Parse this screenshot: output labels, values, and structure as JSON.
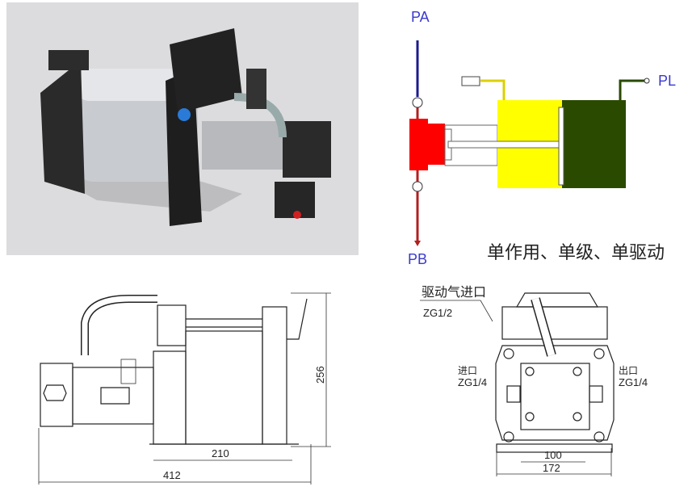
{
  "schematic": {
    "port_a": "PA",
    "port_b": "PB",
    "port_l": "PL",
    "caption": "单作用、单级、单驱动",
    "colors": {
      "inlet_line": "#1a1a8c",
      "outlet_line": "#b02020",
      "pump_head": "#ff0000",
      "drive_chamber": "#ffff00",
      "drive_chamber_dark": "#2a4a00"
    }
  },
  "side_view": {
    "dim_height": "256",
    "dim_base": "210",
    "dim_total": "412"
  },
  "front_view": {
    "drive_air_inlet_label": "驱动气进口",
    "drive_air_inlet_thread": "ZG1/2",
    "inlet_label": "进口",
    "inlet_thread": "ZG1/4",
    "outlet_label": "出口",
    "outlet_thread": "ZG1/4",
    "dim_inner": "100",
    "dim_outer": "172"
  }
}
